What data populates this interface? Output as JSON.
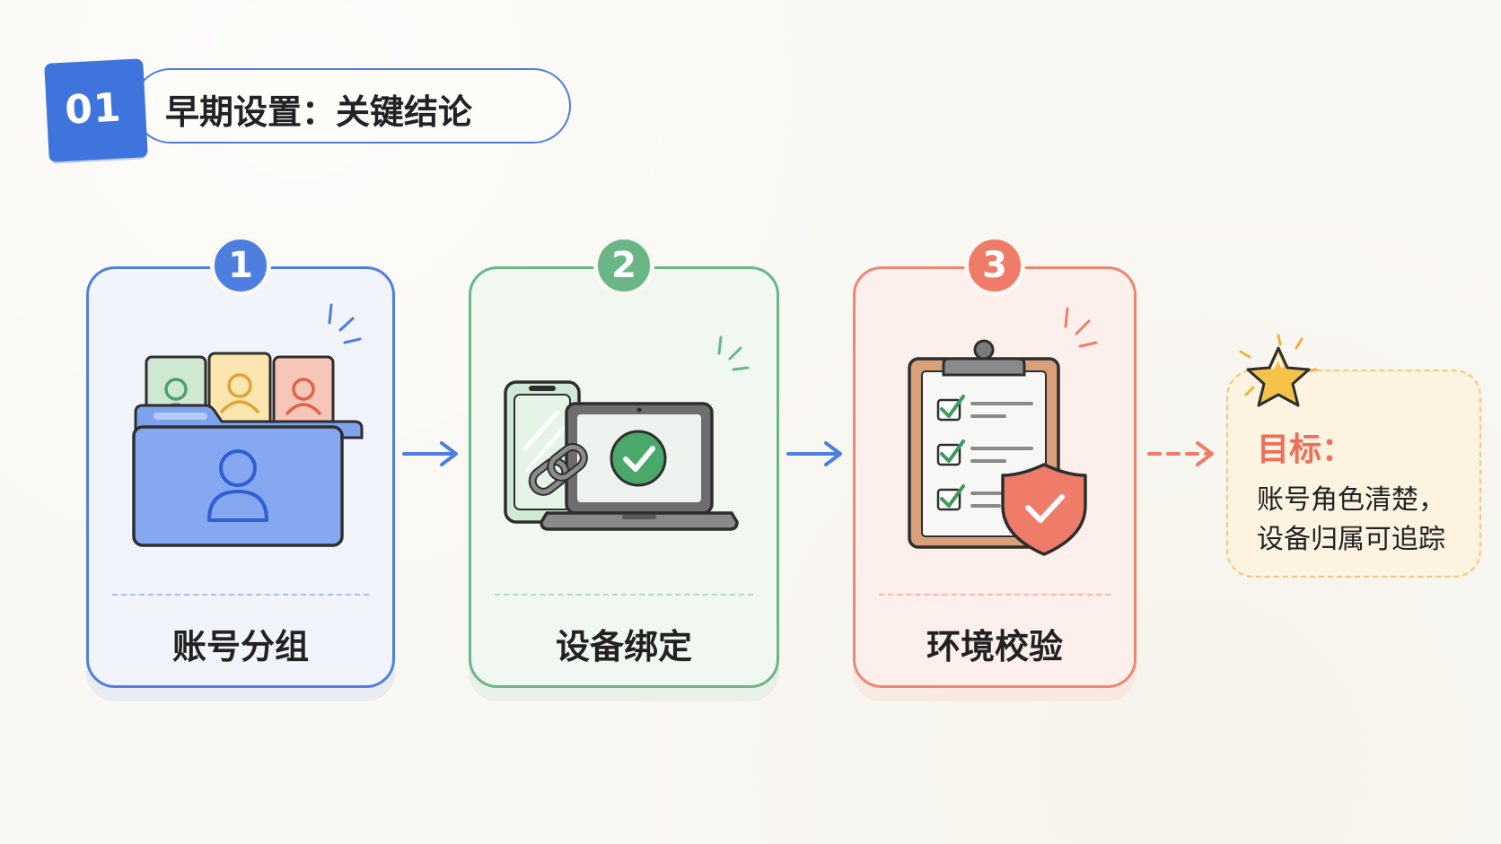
{
  "header": {
    "number": "01",
    "title": "早期设置：关键结论"
  },
  "steps": [
    {
      "number": "1",
      "label": "账号分组",
      "icon": "folder-users-icon",
      "color": "#4d7fe0"
    },
    {
      "number": "2",
      "label": "设备绑定",
      "icon": "devices-link-icon",
      "color": "#6bb687"
    },
    {
      "number": "3",
      "label": "环境校验",
      "icon": "clipboard-shield-icon",
      "color": "#ef7c68"
    }
  ],
  "goal": {
    "title": "目标：",
    "lines": [
      "账号角色清楚，",
      "设备归属可追踪"
    ],
    "icon": "star-icon",
    "color": "#ee6e5a"
  }
}
